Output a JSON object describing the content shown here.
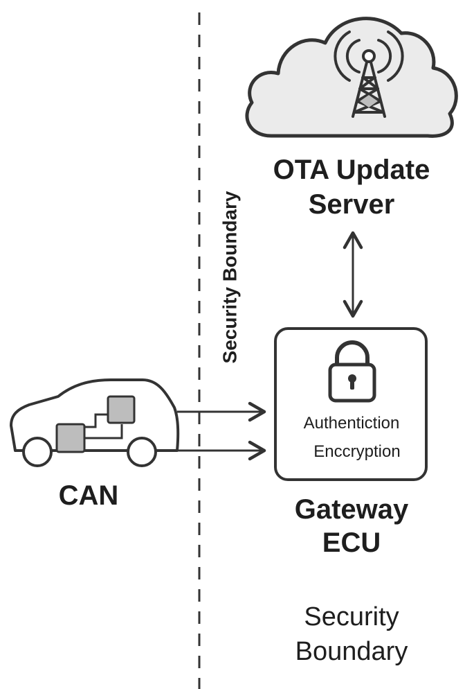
{
  "boundary": {
    "vertical_label": "Security Boundary",
    "bottom_label_line1": "Security",
    "bottom_label_line2": "Boundary"
  },
  "cloud": {
    "title_line1": "OTA Update",
    "title_line2": "Server",
    "icon": "radio-tower-icon"
  },
  "car": {
    "label": "CAN",
    "icon": "car-icon"
  },
  "gateway": {
    "title_line1": "Gateway",
    "title_line2": "ECU",
    "line1": "Authentiction",
    "line2": "Enccryption",
    "icon": "lock-icon"
  },
  "colors": {
    "stroke": "#333333",
    "cloud_fill": "#ebebeb",
    "module_fill": "#bdbdbd",
    "car_fill": "#ffffff"
  }
}
